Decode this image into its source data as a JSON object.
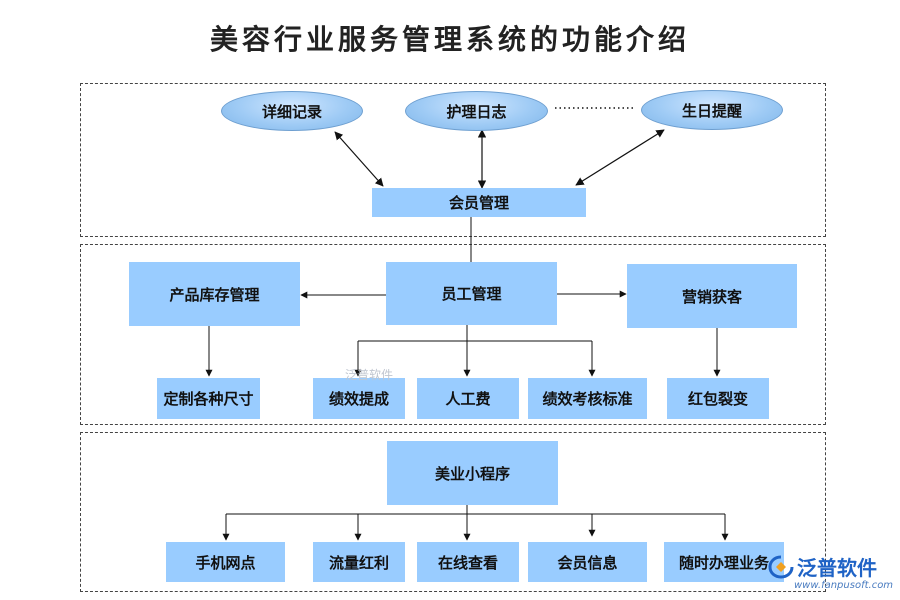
{
  "title": "美容行业服务管理系统的功能介绍",
  "section1": {
    "ellipses": [
      "详细记录",
      "护理日志",
      "生日提醒"
    ],
    "center": "会员管理"
  },
  "section2": {
    "left": "产品库存管理",
    "center": "员工管理",
    "right": "营销获客",
    "children": [
      "定制各种尺寸",
      "绩效提成",
      "人工费",
      "绩效考核标准",
      "红包裂变"
    ]
  },
  "section3": {
    "center": "美业小程序",
    "children": [
      "手机网点",
      "流量红利",
      "在线查看",
      "会员信息",
      "随时办理业务"
    ]
  },
  "watermark": {
    "brand": "泛普软件",
    "url": "www.fanpusoft.com"
  }
}
